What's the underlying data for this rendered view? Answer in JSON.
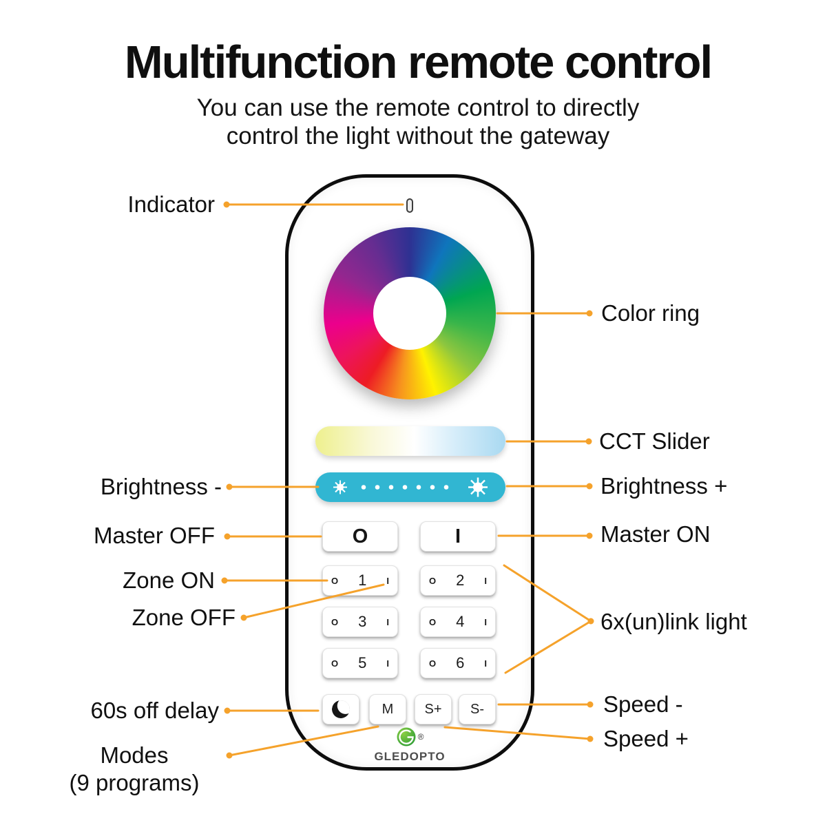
{
  "header": {
    "title": "Multifunction remote control",
    "subtitle_line1": "You can use the remote control to directly",
    "subtitle_line2": "control the light without the gateway"
  },
  "callouts": {
    "indicator": "Indicator",
    "color_ring": "Color ring",
    "cct_slider": "CCT Slider",
    "brightness_minus": "Brightness -",
    "brightness_plus": "Brightness +",
    "master_off": "Master OFF",
    "master_on": "Master ON",
    "zone_on": "Zone ON",
    "zone_off": "Zone OFF",
    "link_light": "6x(un)link light",
    "off_delay": "60s off delay",
    "modes_line1": "Modes",
    "modes_line2": "(9 programs)",
    "speed_minus": "Speed -",
    "speed_plus": "Speed +"
  },
  "remote": {
    "master_off": "O",
    "master_on": "I",
    "zone_buttons": [
      {
        "on_mark": "O",
        "number": "1",
        "off_mark": "I"
      },
      {
        "on_mark": "O",
        "number": "2",
        "off_mark": "I"
      },
      {
        "on_mark": "O",
        "number": "3",
        "off_mark": "I"
      },
      {
        "on_mark": "O",
        "number": "4",
        "off_mark": "I"
      },
      {
        "on_mark": "O",
        "number": "5",
        "off_mark": "I"
      },
      {
        "on_mark": "O",
        "number": "6",
        "off_mark": "I"
      }
    ],
    "mode_button": "M",
    "speed_plus_button": "S+",
    "speed_minus_button": "S-",
    "brand": "GLEDOPTO",
    "registered_mark": "®"
  },
  "colors": {
    "callout_orange": "#F5A22B",
    "brightness_slider_cyan": "#31B6D2",
    "logo_green": "#2F9E37"
  }
}
